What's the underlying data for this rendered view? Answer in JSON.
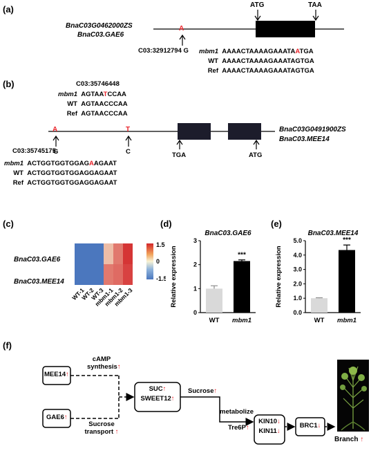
{
  "panels": {
    "a": "(a)",
    "b": "(b)",
    "c": "(c)",
    "d": "(d)",
    "e": "(e)",
    "f": "(f)"
  },
  "panel_a": {
    "gene1": "BnaC03G0462000ZS",
    "gene2": "BnaC03.GAE6",
    "snp_letter": "A",
    "snp_pos": "C03:32912794",
    "snp_ref": "G",
    "atg": "ATG",
    "taa": "TAA",
    "rows": [
      {
        "label": "mbm1",
        "pre": "AAAACTAAAAGAAATA",
        "mut": "A",
        "post": "TGA"
      },
      {
        "label": "WT",
        "seq": "AAAACTAAAAGAAATAGTGA"
      },
      {
        "label": "Ref",
        "seq": "AAAACTAAAAGAAATAGTGA"
      }
    ]
  },
  "panel_b": {
    "top_pos": "C03:35746448",
    "top_rows": [
      {
        "label": "mbm1",
        "pre": "AGTAA",
        "mut": "T",
        "post": "CCAA"
      },
      {
        "label": "WT",
        "seq": "AGTAACCCAA"
      },
      {
        "label": "Ref",
        "seq": "AGTAACCCAA"
      }
    ],
    "snp1_letter": "A",
    "snp1_ref": "G",
    "snp2_letter": "T",
    "snp2_ref": "C",
    "tga": "TGA",
    "atg": "ATG",
    "gene1": "BnaC03G0491900ZS",
    "gene2": "BnaC03.MEE14",
    "bottom_pos": "C03:35745175",
    "bottom_rows": [
      {
        "label": "mbm1",
        "pre": "ACTGGTGGTGGAG",
        "mut": "A",
        "post": "AGAAT"
      },
      {
        "label": "WT",
        "seq": "ACTGGTGGTGGAGGAGAAT"
      },
      {
        "label": "Ref",
        "seq": "ACTGGTGGTGGAGGAGAAT"
      }
    ]
  },
  "panel_c": {
    "rows": [
      "BnaC03.GAE6",
      "BnaC03.MEE14"
    ],
    "cols": [
      "WT-1",
      "WT-2",
      "WT-3",
      "mbm1-1",
      "mbm1-2",
      "mbm1-3"
    ],
    "values": [
      [
        -1.5,
        -1.5,
        -1.5,
        0.4,
        0.9,
        1.4
      ],
      [
        -1.5,
        -1.5,
        -1.5,
        0.9,
        1.0,
        1.3
      ]
    ],
    "scale_ticks": [
      "1.5",
      "0",
      "-1.5"
    ],
    "colors": {
      "low": "#4b77be",
      "mid": "#f7f3d5",
      "high": "#d3272a"
    }
  },
  "chart_data": [
    {
      "type": "bar",
      "title": "BnaC03.GAE6",
      "ylabel": "Relative expression",
      "categories": [
        "WT",
        "mbm1"
      ],
      "values": [
        1.0,
        2.15
      ],
      "errors": [
        0.12,
        0.05
      ],
      "ylim": [
        0,
        3
      ],
      "yticks": [
        "0",
        "1",
        "2",
        "3"
      ],
      "annotation": "***",
      "colors": [
        "#d9d9d9",
        "#000000"
      ]
    },
    {
      "type": "bar",
      "title": "BnaC03.MEE14",
      "ylabel": "Relative expression",
      "categories": [
        "WT",
        "mbm1"
      ],
      "values": [
        1.0,
        4.35
      ],
      "errors": [
        0.03,
        0.35
      ],
      "ylim": [
        0,
        5
      ],
      "yticks": [
        "0.0",
        "1.0",
        "2.0",
        "3.0",
        "4.0",
        "5.0"
      ],
      "annotation": "***",
      "colors": [
        "#d9d9d9",
        "#000000"
      ]
    }
  ],
  "panel_f": {
    "mee14": "MEE14",
    "gae6": "GAE6",
    "camp_line1": "cAMP",
    "camp_line2": "synthesis",
    "sucrose_transport_line1": "Sucrose",
    "sucrose_transport_line2": "transport",
    "suc": "SUC",
    "sweet12": "SWEET12",
    "sucrose": "Sucrose",
    "metabolize": "metabolize",
    "tre6p": "Tre6P",
    "kin10": "KIN10",
    "kin11": "KIN11",
    "brc1": "BRC1",
    "branch": "Branch",
    "up": "↑",
    "down": "↓",
    "arrow_color": "#e8232a"
  }
}
